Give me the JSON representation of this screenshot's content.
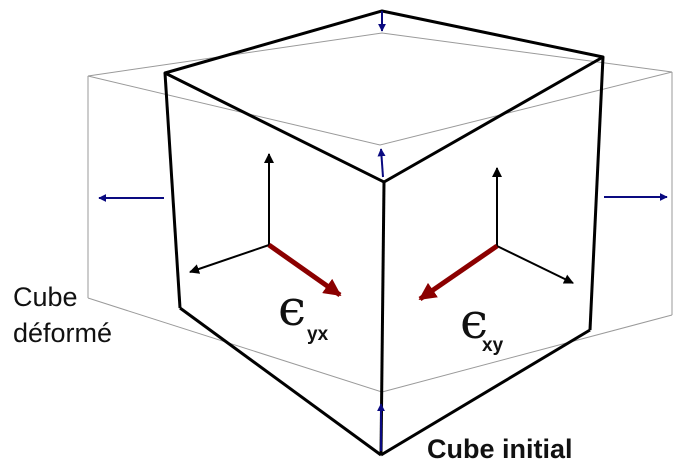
{
  "labels": {
    "deformed_line1": "Cube",
    "deformed_line2": "déformé",
    "initial": "Cube initial",
    "strain_symbol": "ϵ",
    "strain_left_sub": "yx",
    "strain_right_sub": "xy"
  },
  "colors": {
    "outline": "#000000",
    "deformed": "#9a9a9a",
    "dark_blue_arrows": "#0a0a80",
    "strain_arrows": "#8b0000",
    "axes": "#000000"
  }
}
